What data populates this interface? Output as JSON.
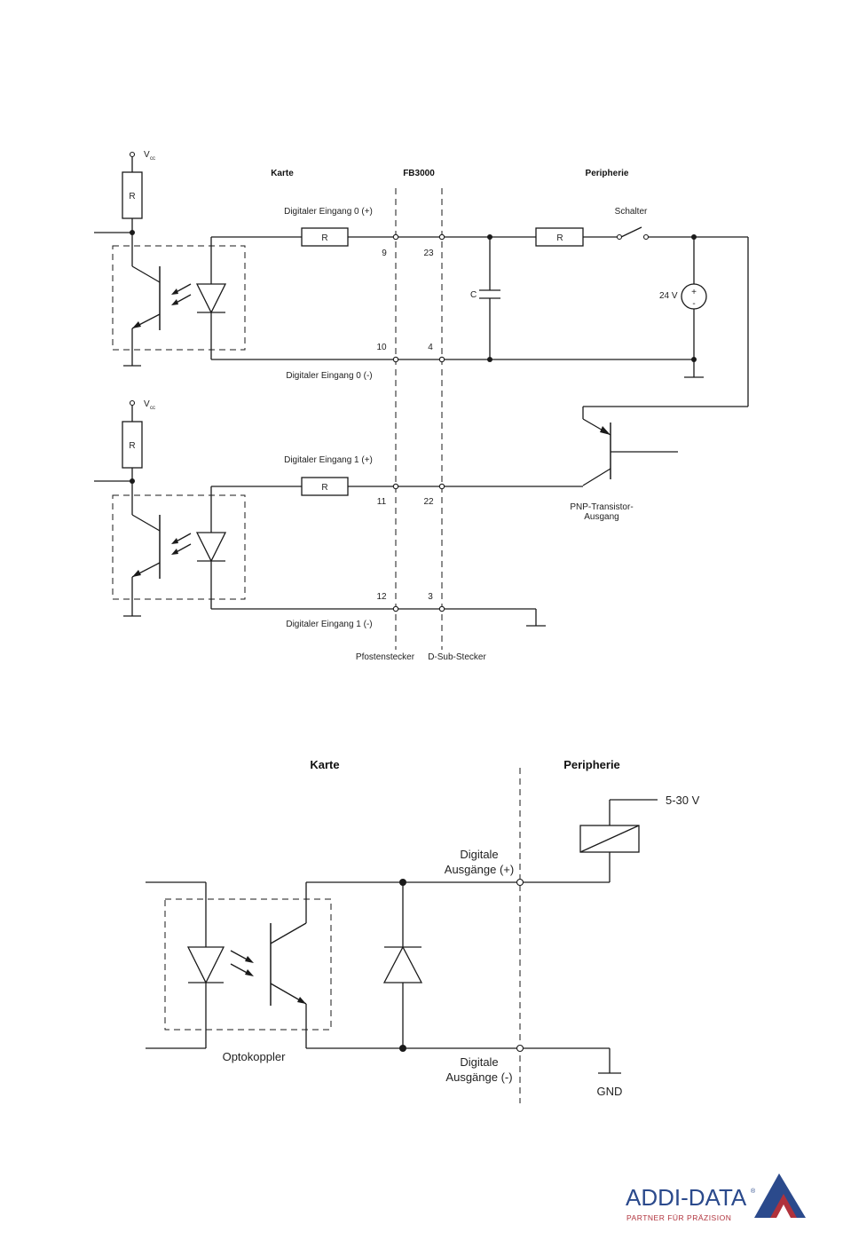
{
  "diagram1": {
    "headers": {
      "karte": "Karte",
      "fb": "FB3000",
      "peripherie": "Peripherie"
    },
    "vcc_main": "V",
    "vcc_sub": "cc",
    "resistor": "R",
    "capacitor": "C",
    "switch": "Schalter",
    "voltage": "24 V",
    "plus": "+",
    "minus": "-",
    "ch0_pos": "Digitaler Eingang 0 (+)",
    "ch0_neg": "Digitaler Eingang 0 (-)",
    "ch1_pos": "Digitaler Eingang 1 (+)",
    "ch1_neg": "Digitaler Eingang 1 (-)",
    "pins": {
      "p9": "9",
      "p23": "23",
      "p10": "10",
      "p4": "4",
      "p11": "11",
      "p22": "22",
      "p12": "12",
      "p3": "3"
    },
    "pnp_line1": "PNP-Transistor-",
    "pnp_line2": "Ausgang",
    "connector_left": "Pfostenstecker",
    "connector_right": "D-Sub-Stecker"
  },
  "diagram2": {
    "karte": "Karte",
    "peripherie": "Peripherie",
    "supply": "5-30 V",
    "out_pos_1": "Digitale",
    "out_pos_2": "Ausgänge (+)",
    "out_neg_1": "Digitale",
    "out_neg_2": "Ausgänge (-)",
    "optocoupler": "Optokoppler",
    "gnd": "GND"
  },
  "logo": {
    "name": "ADDI-DATA",
    "reg": "®",
    "tagline": "PARTNER FÜR PRÄZISION",
    "colors": {
      "blue": "#2b4a8c",
      "red": "#b0323c"
    }
  }
}
